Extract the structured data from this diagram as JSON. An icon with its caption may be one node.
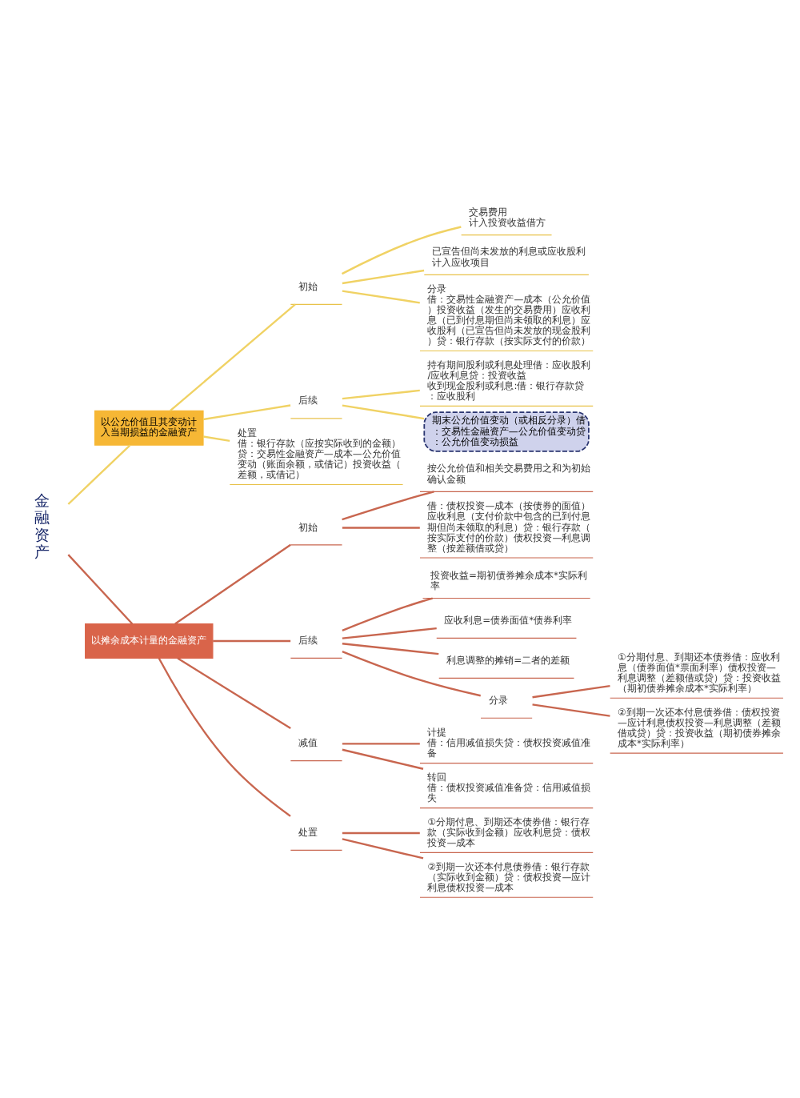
{
  "diagram": {
    "nodes": [
      {
        "text": [
          "金融资产"
        ]
      },
      {
        "text": [
          "以公允价值且其变动计入当期损益的金融资产"
        ]
      },
      {
        "text": [
          "初始"
        ]
      },
      {
        "text": [
          "交易费用",
          "计入投资收益借方"
        ]
      },
      {
        "text": [
          "已宣告但尚未发放的利息或应收股利",
          "计入应收项目"
        ]
      },
      {
        "text": [
          "分录",
          "借：交易性金融资产—成本（公允价值）投资收益（发生的交易费用）应收利息（已到付息期但尚未领取的利息）应收股利（已宣告但尚未发放的现金股利）贷：银行存款（按实际支付的价款）"
        ]
      },
      {
        "text": [
          "后续"
        ]
      },
      {
        "text": [
          "持有期间股利或利息处理借：应收股利/应收利息贷：投资收益",
          "收到现金股利或利息:借：银行存款贷：应收股利"
        ]
      },
      {
        "text": [
          "期末公允价值变动（或相反分录）借：交易性金融资产—公允价值变动贷：公允价值变动损益"
        ]
      },
      {
        "text": [
          "处置",
          "借：银行存款（应按实际收到的金额）贷：交易性金融资产—成本—公允价值变动（账面余额，或借记）投资收益（差额，或借记）"
        ]
      },
      {
        "text": [
          "以摊余成本计量的金融资产"
        ]
      },
      {
        "text": [
          "初始"
        ]
      },
      {
        "text": [
          "按公允价值和相关交易费用之和为初始确认金额"
        ]
      },
      {
        "text": [
          "借：债权投资—成本（按债券的面值）应收利息（支付价款中包含的已到付息期但尚未领取的利息）贷：银行存款（按实际支付的价款）债权投资—利息调整（按差额借或贷）"
        ]
      },
      {
        "text": [
          "后续"
        ]
      },
      {
        "text": [
          "投资收益=期初债券摊余成本*实际利率"
        ]
      },
      {
        "text": [
          "应收利息=债券面值*债券利率"
        ]
      },
      {
        "text": [
          "利息调整的摊销=二者的差额"
        ]
      },
      {
        "text": [
          "分录"
        ]
      },
      {
        "text": [
          "①分期付息、到期还本债券借：应收利息（债券面值*票面利率）债权投资—利息调整（差额借或贷）贷：投资收益（期初债券摊余成本*实际利率）"
        ]
      },
      {
        "text": [
          "②到期一次还本付息债券借：债权投资—应计利息债权投资—利息调整（差额借或贷）贷：投资收益（期初债券摊余成本*实际利率）"
        ]
      },
      {
        "text": [
          "减值"
        ]
      },
      {
        "text": [
          "计提",
          "借：信用减值损失贷：债权投资减值准备"
        ]
      },
      {
        "text": [
          "转回",
          "借：债权投资减值准备贷：信用减值损失"
        ]
      },
      {
        "text": [
          "处置"
        ]
      },
      {
        "text": [
          "①分期付息、到期还本债券借：银行存款（实际收到金额）应收利息贷：债权投资—成本"
        ]
      },
      {
        "text": [
          "②到期一次还本付息债券借：银行存款（实际收到金额）贷：债权投资—应计利息债权投资—成本"
        ]
      }
    ],
    "edges": [
      {
        "from": 0,
        "to": 1,
        "arrow": "none",
        "color": "#f0d264"
      },
      {
        "from": 1,
        "to": 2,
        "arrow": "none",
        "color": "#f0d264"
      },
      {
        "from": 2,
        "to": 3,
        "arrow": "none",
        "color": "#f0d264"
      },
      {
        "from": 2,
        "to": 4,
        "arrow": "none",
        "color": "#f0d264"
      },
      {
        "from": 2,
        "to": 5,
        "arrow": "none",
        "color": "#f0d264"
      },
      {
        "from": 1,
        "to": 6,
        "arrow": "none",
        "color": "#f0d264"
      },
      {
        "from": 6,
        "to": 7,
        "arrow": "none",
        "color": "#f0d264"
      },
      {
        "from": 6,
        "to": 8,
        "arrow": "none",
        "color": "#f0d264"
      },
      {
        "from": 1,
        "to": 9,
        "arrow": "none",
        "color": "#f0d264"
      },
      {
        "from": 0,
        "to": 10,
        "arrow": "none",
        "color": "#c8664f"
      },
      {
        "from": 10,
        "to": 11,
        "arrow": "none",
        "color": "#c8664f"
      },
      {
        "from": 11,
        "to": 12,
        "arrow": "none",
        "color": "#c8664f"
      },
      {
        "from": 11,
        "to": 13,
        "arrow": "none",
        "color": "#c8664f"
      },
      {
        "from": 10,
        "to": 14,
        "arrow": "none",
        "color": "#c8664f"
      },
      {
        "from": 14,
        "to": 15,
        "arrow": "none",
        "color": "#c8664f"
      },
      {
        "from": 14,
        "to": 16,
        "arrow": "none",
        "color": "#c8664f"
      },
      {
        "from": 14,
        "to": 17,
        "arrow": "none",
        "color": "#c8664f"
      },
      {
        "from": 14,
        "to": 18,
        "arrow": "none",
        "color": "#c8664f"
      },
      {
        "from": 18,
        "to": 19,
        "arrow": "none",
        "color": "#c8664f"
      },
      {
        "from": 18,
        "to": 20,
        "arrow": "none",
        "color": "#c8664f"
      },
      {
        "from": 10,
        "to": 21,
        "arrow": "none",
        "color": "#c8664f"
      },
      {
        "from": 21,
        "to": 22,
        "arrow": "none",
        "color": "#c8664f"
      },
      {
        "from": 21,
        "to": 23,
        "arrow": "none",
        "color": "#c8664f"
      },
      {
        "from": 10,
        "to": 24,
        "arrow": "none",
        "color": "#c8664f"
      },
      {
        "from": 24,
        "to": 25,
        "arrow": "none",
        "color": "#c8664f"
      },
      {
        "from": 24,
        "to": 26,
        "arrow": "none",
        "color": "#c8664f"
      }
    ]
  }
}
